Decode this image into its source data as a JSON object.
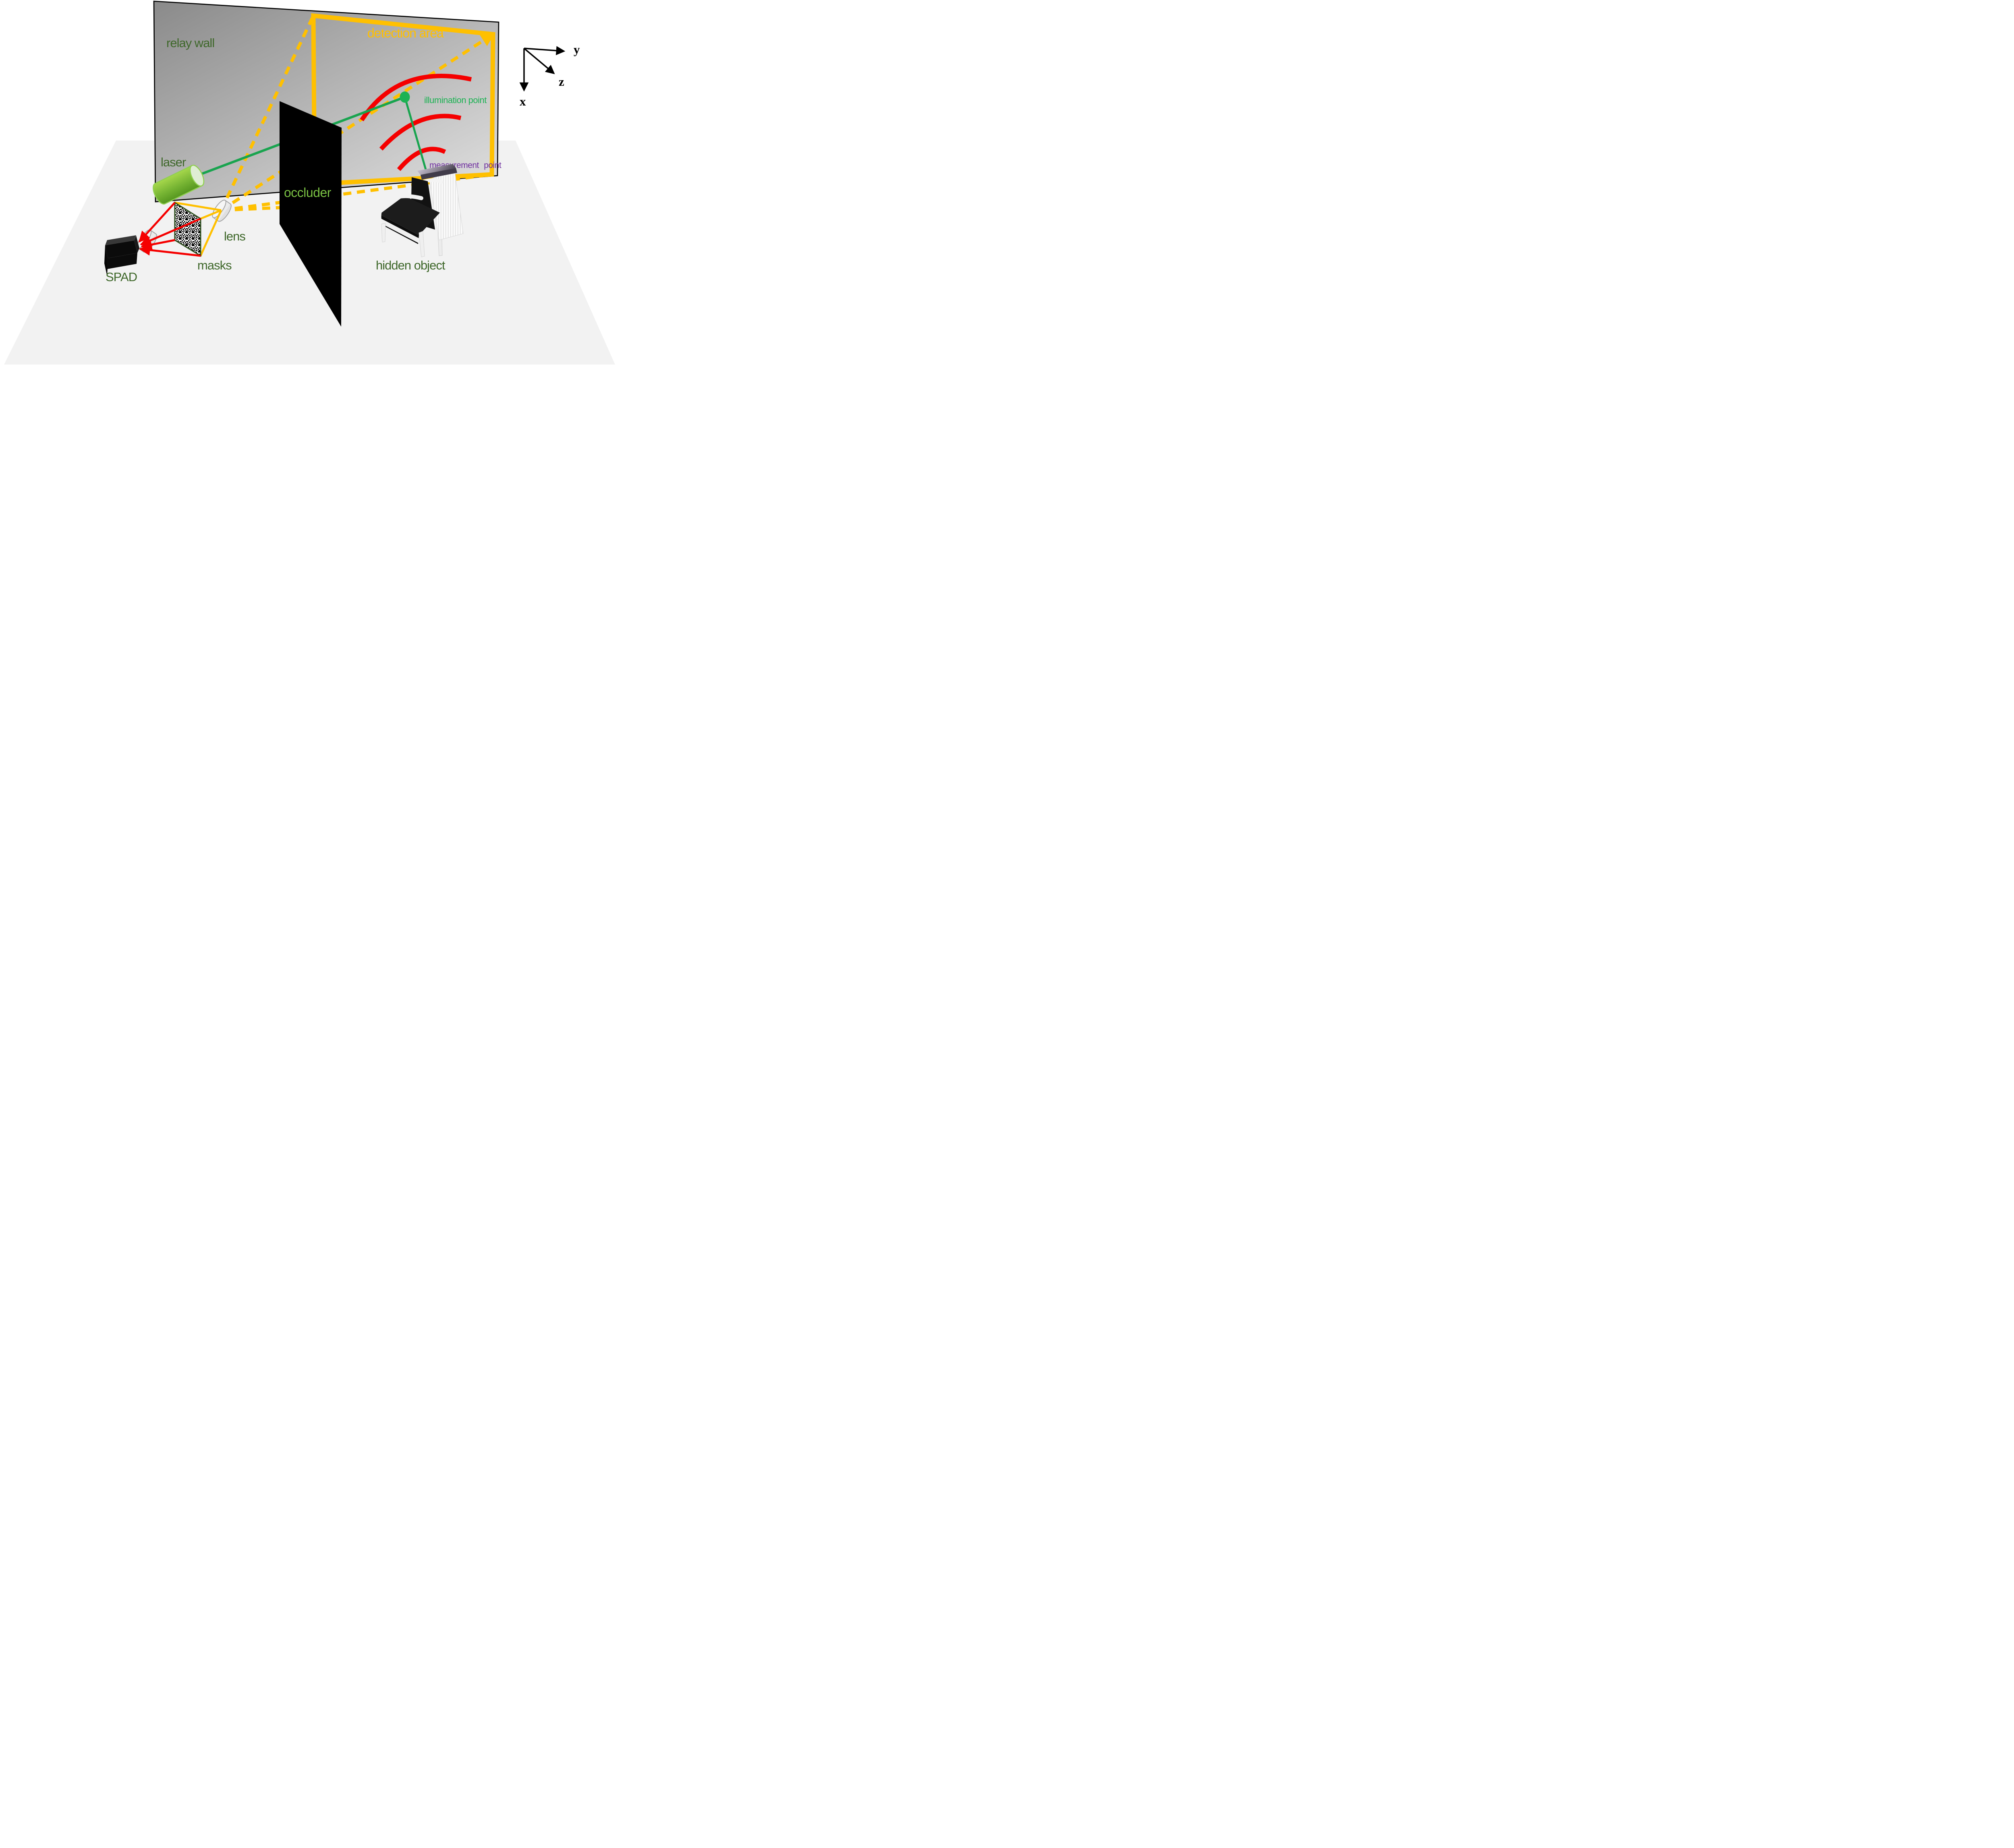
{
  "labels": {
    "relay_wall": "relay wall",
    "detection_area": "detection area",
    "illumination_point": "illumination point",
    "measurement_point": "measurement point",
    "occluder": "occluder",
    "hidden_object": "hidden object",
    "laser": "laser",
    "lens": "lens",
    "masks": "masks",
    "spad": "SPAD"
  },
  "axes": {
    "x": "x",
    "y": "y",
    "z": "z"
  },
  "colors": {
    "label_green": "#3F682B",
    "occluder_green": "#7AC143",
    "bright_green": "#1DB254",
    "line_green": "#19A44F",
    "purple": "#7030A0",
    "amber": "#FFC000",
    "red": "#F50000",
    "laser_light": "#A6D74B",
    "laser_dark": "#55961F",
    "laser_outline": "#90D050",
    "laser_face": "#DFEDD4",
    "wall_dark": "#8A8A8A",
    "wall_light": "#DEDEDE",
    "floor_gray": "#F2F2F2",
    "mask_border": "#2D4E1E"
  }
}
